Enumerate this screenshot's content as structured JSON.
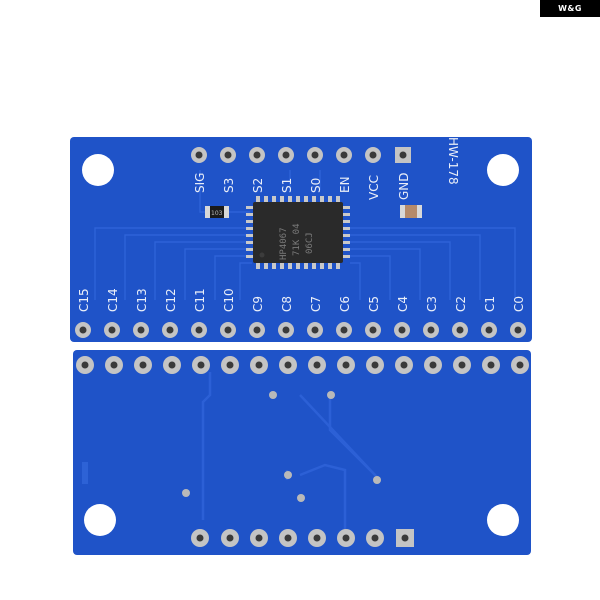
{
  "watermark": {
    "text": "W&G"
  },
  "colors": {
    "pcb": "#1f53c8",
    "pcb_dark": "#1644ad",
    "silkscreen": "#e9eef8",
    "pad": "#b8b8b8",
    "chip": "#2a2a2a"
  },
  "front_board": {
    "model_label": "HW-178",
    "top_header_pins": [
      "SIG",
      "S3",
      "S2",
      "S1",
      "S0",
      "EN",
      "VCC",
      "GND"
    ],
    "bottom_header_pins": [
      "C15",
      "C14",
      "C13",
      "C12",
      "C11",
      "C10",
      "C9",
      "C8",
      "C7",
      "C6",
      "C5",
      "C4",
      "C3",
      "C2",
      "C1",
      "C0"
    ],
    "chip_markings": [
      "HP4067",
      "71K 04",
      "06CJ"
    ],
    "resistor_label": "103"
  },
  "back_board": {
    "top_pin_count": 16,
    "bottom_pin_count": 8
  }
}
